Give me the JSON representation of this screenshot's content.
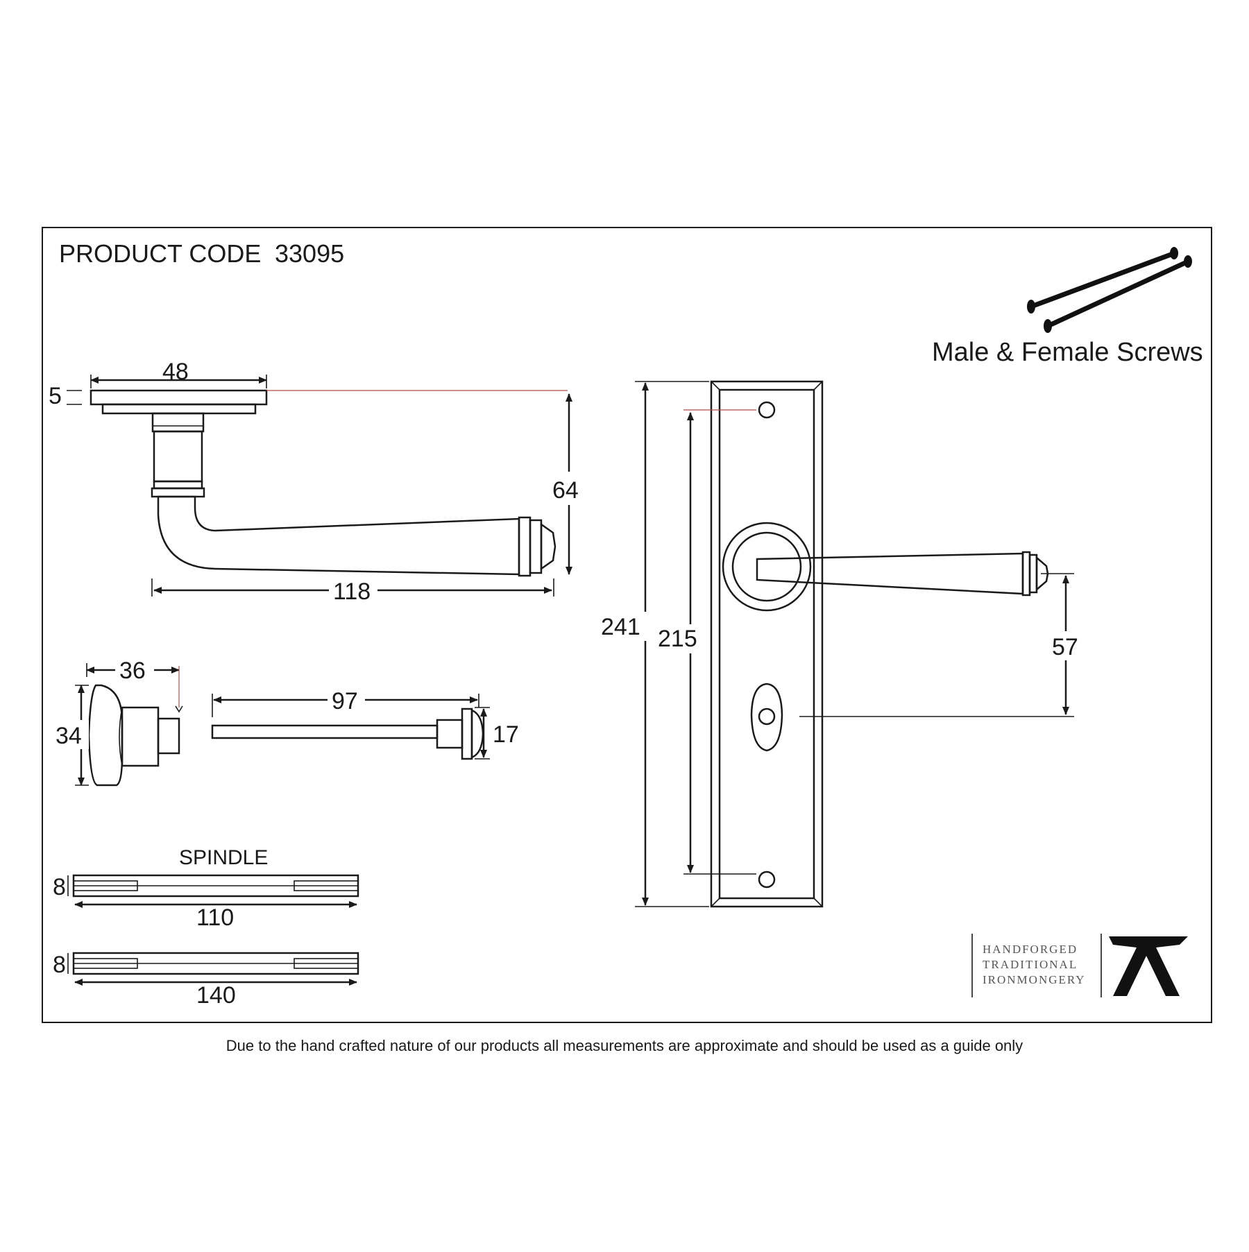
{
  "product_code_label": "PRODUCT CODE",
  "product_code": "33095",
  "screws_label": "Male & Female Screws",
  "spindle_label": "SPINDLE",
  "dimensions": {
    "rose_width": "48",
    "rose_thickness": "5",
    "lever_projection": "64",
    "lever_length": "118",
    "turn_width": "36",
    "turn_height": "34",
    "release_length": "97",
    "release_diameter": "17",
    "plate_height": "241",
    "fixing_centres": "215",
    "lever_to_turn": "57",
    "spindle_short_section": "8",
    "spindle_short_length": "110",
    "spindle_long_section": "8",
    "spindle_long_length": "140"
  },
  "brand": {
    "line1": "HANDFORGED",
    "line2": "TRADITIONAL",
    "line3": "IRONMONGERY"
  },
  "disclaimer": "Due to the hand crafted nature of our products all measurements are approximate and should be used as a guide only",
  "colors": {
    "line": "#1a1a1a",
    "leader": "#b24a4a",
    "background": "#ffffff"
  }
}
